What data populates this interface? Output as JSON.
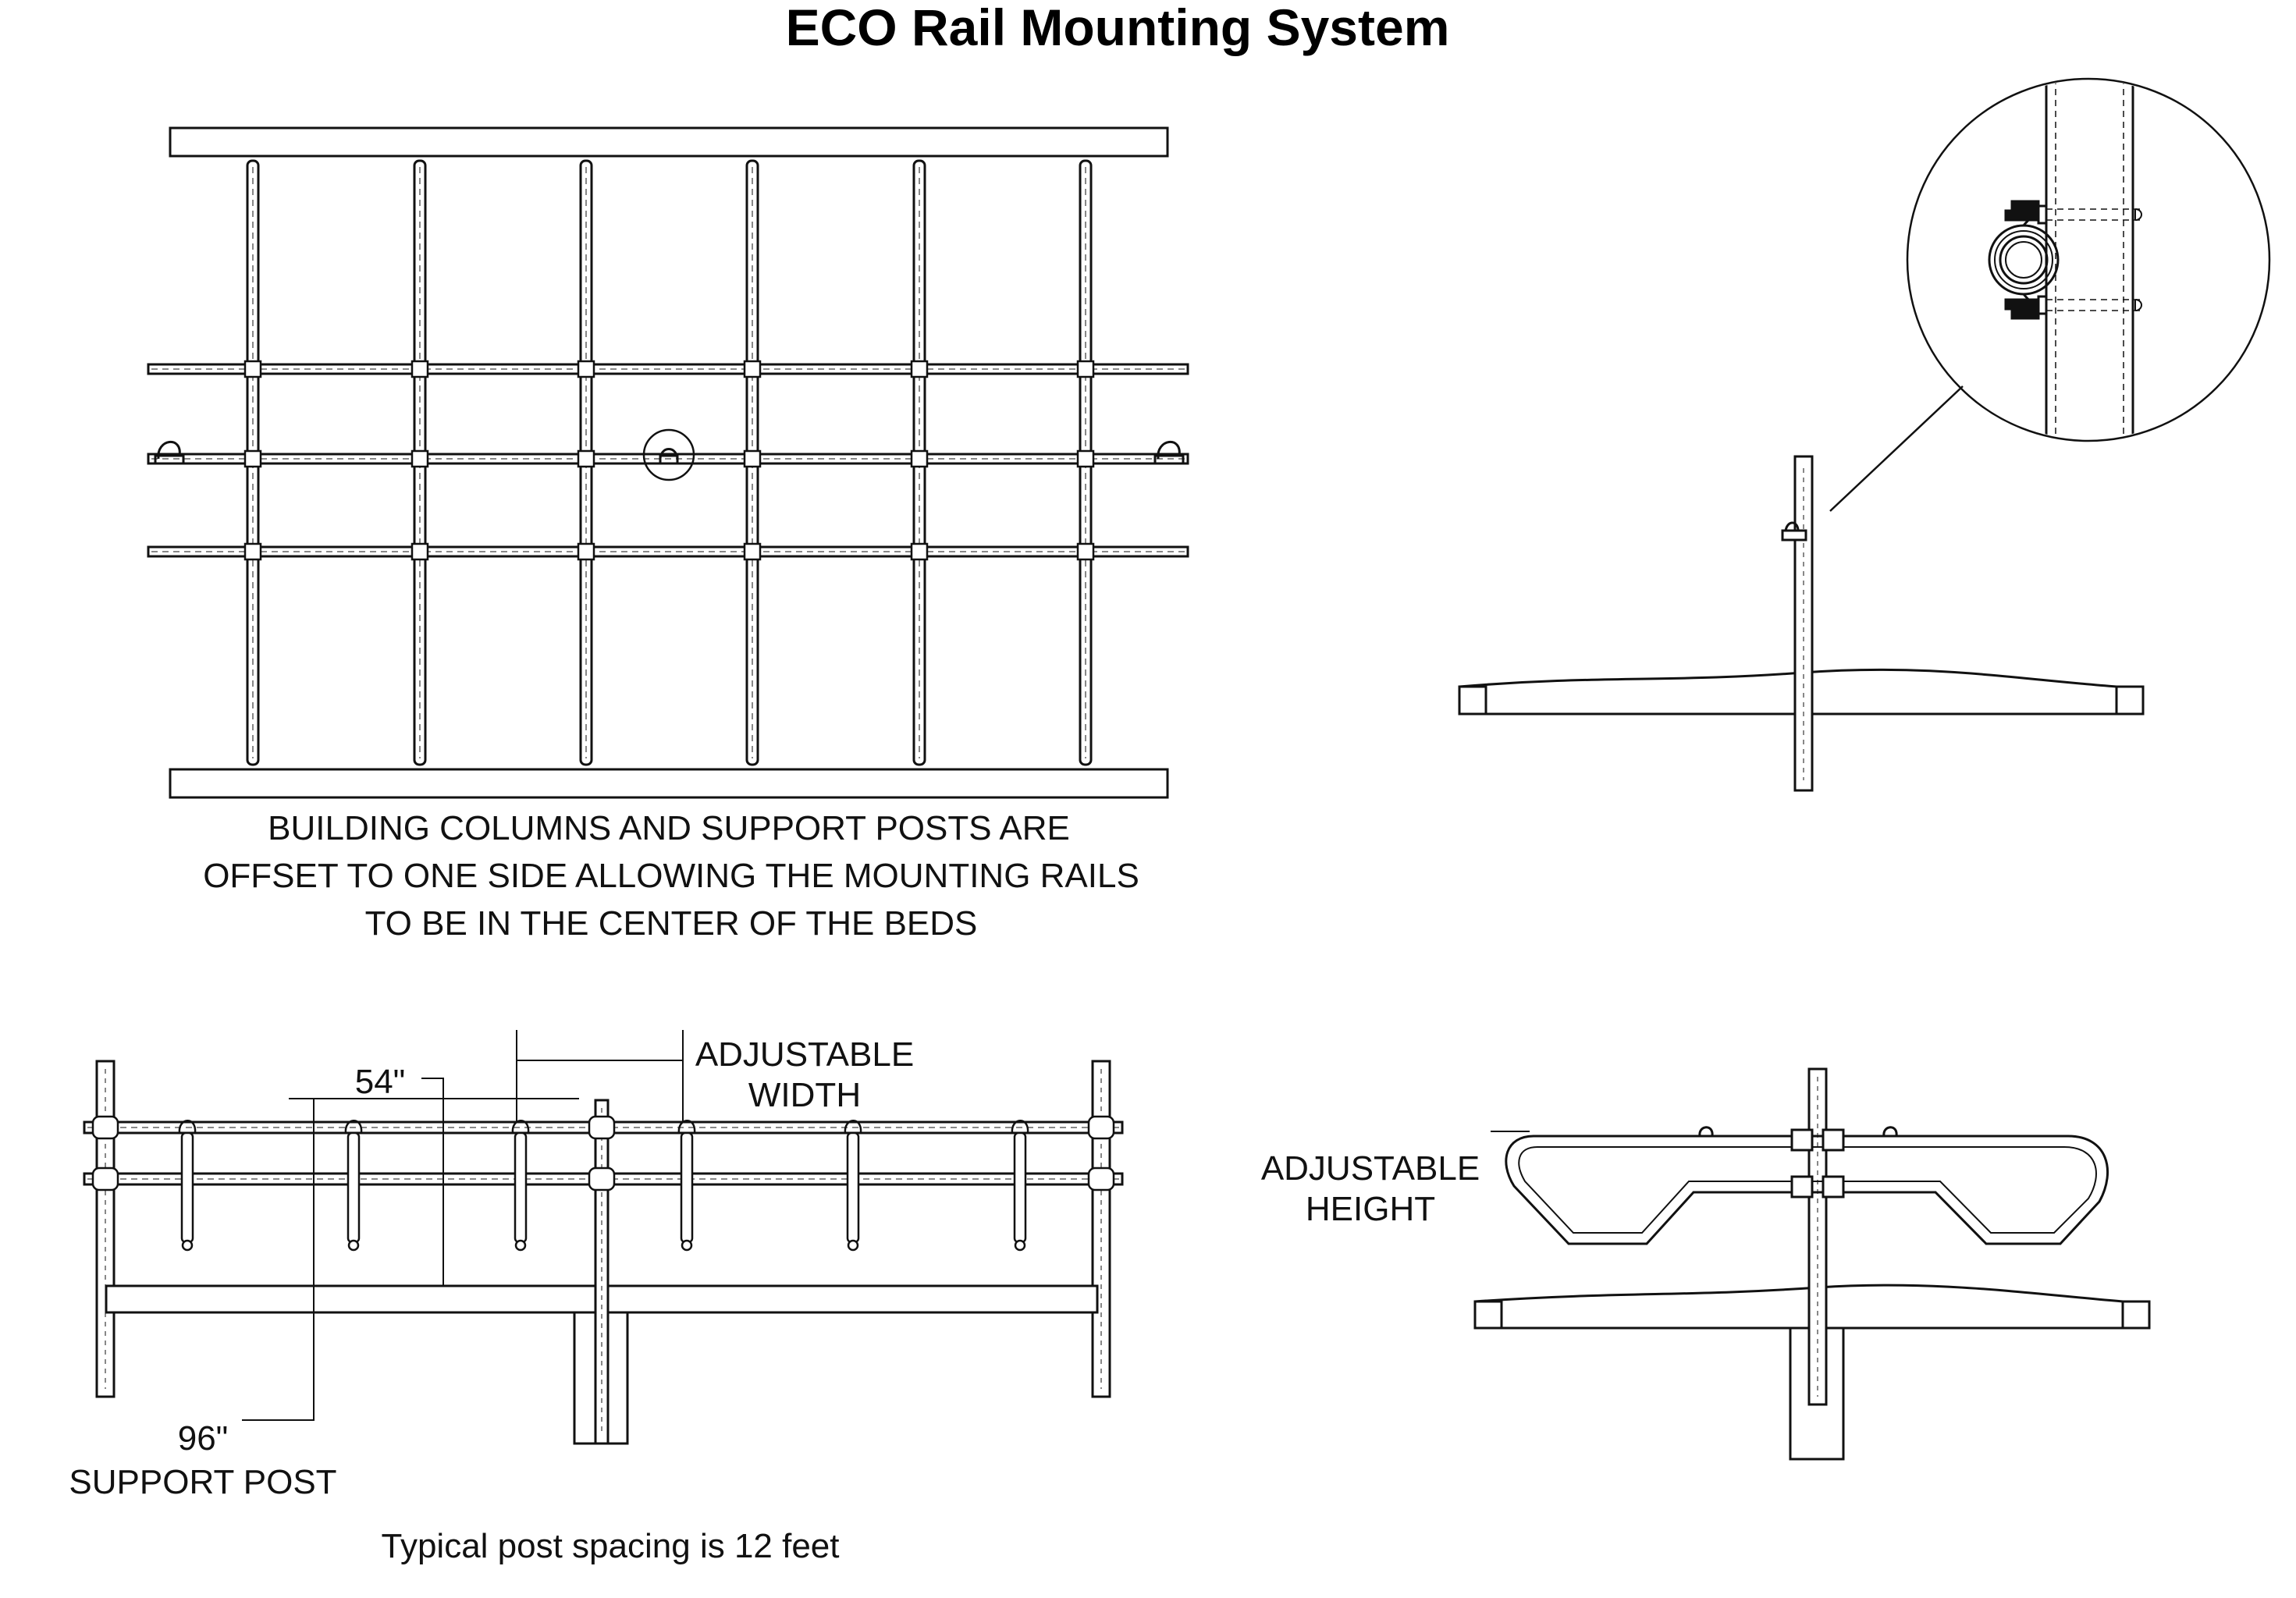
{
  "title": "ECO Rail Mounting System",
  "plan_view": {
    "caption_lines": [
      "BUILDING COLUMNS AND SUPPORT POSTS ARE",
      "OFFSET TO ONE SIDE ALLOWING THE MOUNTING RAILS",
      "TO BE IN THE CENTER OF THE BEDS"
    ]
  },
  "elevation_view": {
    "dimension_54": "54\"",
    "adjustable_width_lines": [
      "ADJUSTABLE",
      "WIDTH"
    ],
    "support_post_lines": [
      "96\"",
      "SUPPORT POST"
    ],
    "note": "Typical post spacing is 12 feet"
  },
  "end_view": {
    "adjustable_height_lines": [
      "ADJUSTABLE",
      "HEIGHT"
    ]
  },
  "colors": {
    "line": "#111111",
    "background": "#ffffff"
  }
}
